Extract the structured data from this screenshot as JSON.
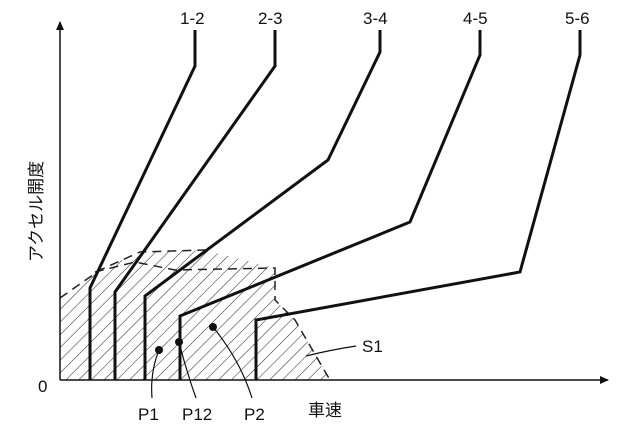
{
  "diagram": {
    "x_axis_label": "車速",
    "y_axis_label": "アクセル開度",
    "origin_label": "0",
    "shift_lines": [
      {
        "id": "1-2",
        "label": "1-2"
      },
      {
        "id": "2-3",
        "label": "2-3"
      },
      {
        "id": "3-4",
        "label": "3-4"
      },
      {
        "id": "4-5",
        "label": "4-5"
      },
      {
        "id": "5-6",
        "label": "5-6"
      }
    ],
    "region_label": "S1",
    "points": [
      {
        "id": "P1",
        "label": "P1"
      },
      {
        "id": "P12",
        "label": "P12"
      },
      {
        "id": "P2",
        "label": "P2"
      }
    ]
  }
}
